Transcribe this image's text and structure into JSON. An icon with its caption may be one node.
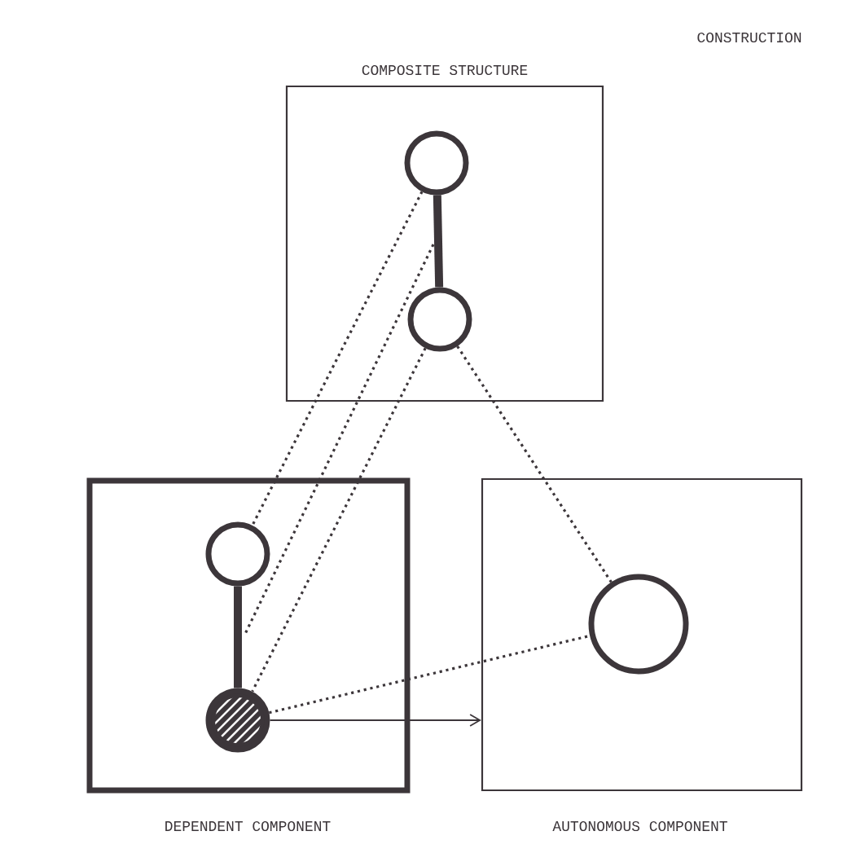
{
  "diagram": {
    "nodes": [
      {
        "text": [
          "COMPOSITE STRUCTURE"
        ]
      },
      {
        "text": [],
        "shape": "circle",
        "in": 0
      },
      {
        "text": [],
        "shape": "circle",
        "in": 0
      },
      {
        "text": [
          "DEPENDENT COMPONENT"
        ]
      },
      {
        "text": [],
        "shape": "circle",
        "in": 3
      },
      {
        "text": [],
        "shape": "circle",
        "in": 3
      },
      {
        "text": [
          "AUTONOMOUS COMPONENT"
        ]
      },
      {
        "text": [],
        "shape": "circle",
        "in": 6
      }
    ],
    "edges": [
      {
        "from": 1,
        "to": 2,
        "arrow": "none",
        "style": "thick"
      },
      {
        "from": 4,
        "to": 5,
        "arrow": "none",
        "style": "thick"
      },
      {
        "from": 1,
        "to": 4,
        "arrow": "none",
        "style": "dashed"
      },
      {
        "from": 2,
        "to": 5,
        "arrow": "none",
        "style": "dashed"
      },
      {
        "from": 2,
        "to": 7,
        "arrow": "none",
        "style": "dashed"
      },
      {
        "from": 5,
        "to": 7,
        "arrow": "none",
        "style": "dashed"
      },
      {
        "from": 5,
        "to": 6,
        "arrow": "to"
      }
    ],
    "labels": [
      "CONSTRUCTION"
    ]
  }
}
